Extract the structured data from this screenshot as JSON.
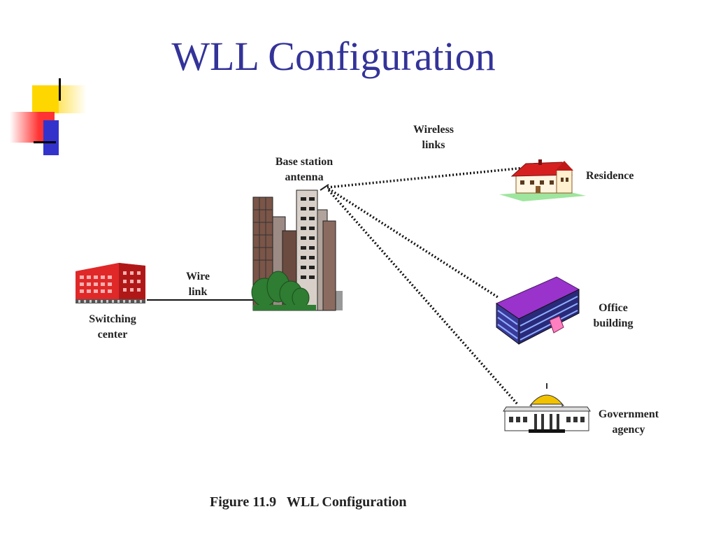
{
  "slide": {
    "title": "WLL Configuration"
  },
  "diagram": {
    "wireless_links_label": "Wireless\nlinks",
    "base_station_label": "Base station\nantenna",
    "wire_link_label": "Wire\nlink",
    "switching_center_label": "Switching\ncenter",
    "residence_label": "Residence",
    "office_label": "Office\nbuilding",
    "government_label": "Government\nagency",
    "caption": "Figure 11.9   WLL Configuration"
  },
  "colors": {
    "title": "#333399",
    "deco_yellow": "#FFD700",
    "deco_red": "#FF3333",
    "deco_blue": "#3333CC",
    "switching_center": "#D62020",
    "office_roof": "#9933CC",
    "dome": "#F2C200"
  },
  "icons": {
    "switching_center": "red-office-building-icon",
    "base_station": "city-towers-antenna-icon",
    "residence": "house-icon",
    "office": "office-building-icon",
    "government": "domed-government-building-icon"
  }
}
